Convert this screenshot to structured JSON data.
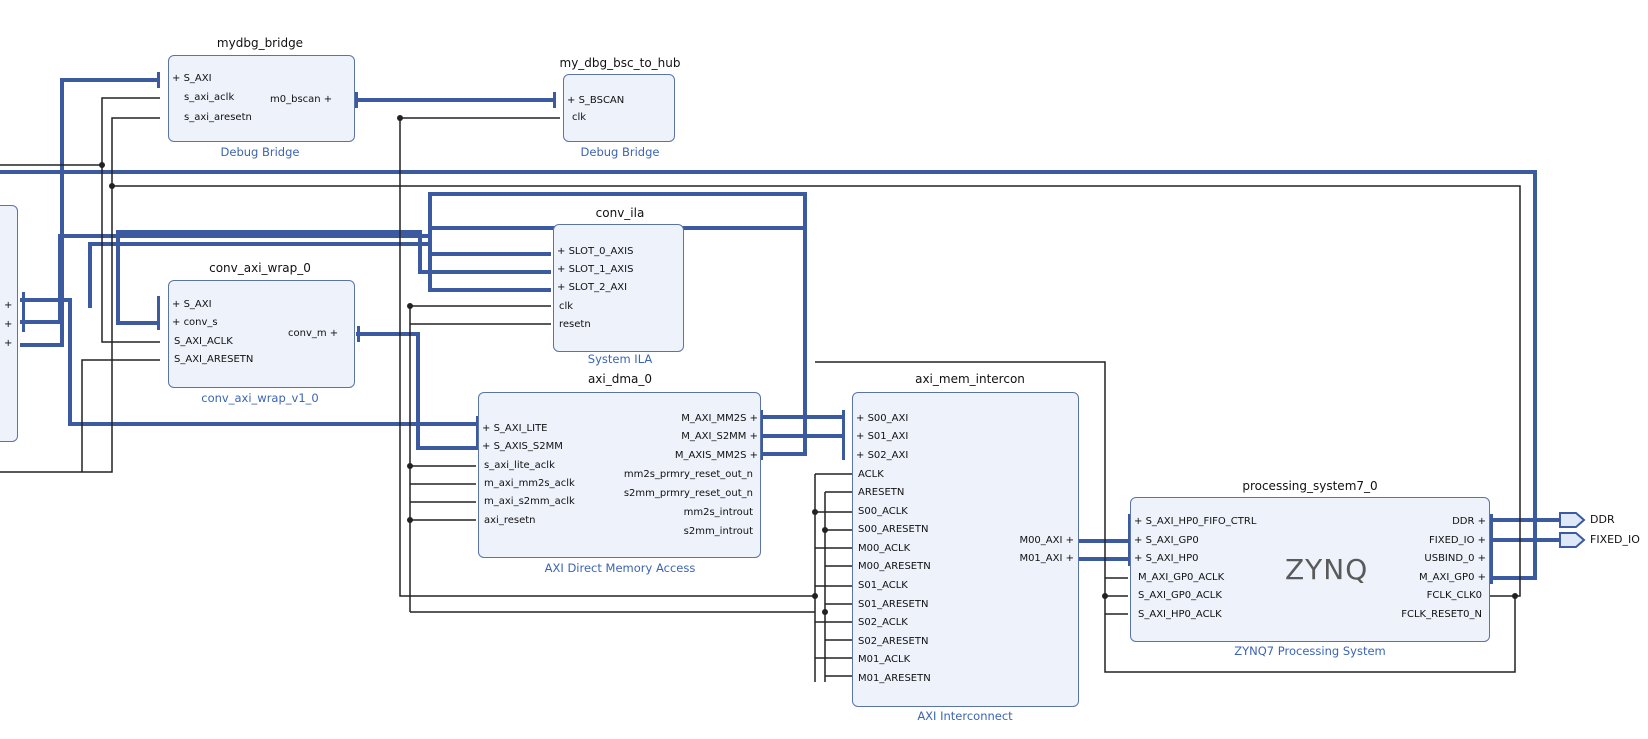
{
  "blocks": {
    "mydbg_bridge": {
      "name": "mydbg_bridge",
      "type": "Debug Bridge",
      "left_pins": [
        "S_AXI",
        "s_axi_aclk",
        "s_axi_aresetn"
      ],
      "right_pins": [
        "m0_bscan"
      ]
    },
    "my_dbg_bsc_to_hub": {
      "name": "my_dbg_bsc_to_hub",
      "type": "Debug Bridge",
      "left_pins": [
        "S_BSCAN",
        "clk"
      ]
    },
    "conv_ila": {
      "name": "conv_ila",
      "type": "System ILA",
      "left_pins": [
        "SLOT_0_AXIS",
        "SLOT_1_AXIS",
        "SLOT_2_AXI",
        "clk",
        "resetn"
      ]
    },
    "conv_axi_wrap_0": {
      "name": "conv_axi_wrap_0",
      "type": "conv_axi_wrap_v1_0",
      "left_pins": [
        "S_AXI",
        "conv_s",
        "S_AXI_ACLK",
        "S_AXI_ARESETN"
      ],
      "right_pins": [
        "conv_m"
      ]
    },
    "axi_dma_0": {
      "name": "axi_dma_0",
      "type": "AXI Direct Memory Access",
      "left_pins": [
        "S_AXI_LITE",
        "S_AXIS_S2MM",
        "s_axi_lite_aclk",
        "m_axi_mm2s_aclk",
        "m_axi_s2mm_aclk",
        "axi_resetn"
      ],
      "right_pins": [
        "M_AXI_MM2S",
        "M_AXI_S2MM",
        "M_AXIS_MM2S",
        "mm2s_prmry_reset_out_n",
        "s2mm_prmry_reset_out_n",
        "mm2s_introut",
        "s2mm_introut"
      ]
    },
    "axi_mem_intercon": {
      "name": "axi_mem_intercon",
      "type": "AXI Interconnect",
      "left_pins": [
        "S00_AXI",
        "S01_AXI",
        "S02_AXI",
        "ACLK",
        "ARESETN",
        "S00_ACLK",
        "S00_ARESETN",
        "M00_ACLK",
        "M00_ARESETN",
        "S01_ACLK",
        "S01_ARESETN",
        "S02_ACLK",
        "S02_ARESETN",
        "M01_ACLK",
        "M01_ARESETN"
      ],
      "right_pins": [
        "M00_AXI",
        "M01_AXI"
      ]
    },
    "processing_system7_0": {
      "name": "processing_system7_0",
      "type": "ZYNQ7 Processing System",
      "logo": "ZYNQ",
      "left_pins": [
        "S_AXI_HP0_FIFO_CTRL",
        "S_AXI_GP0",
        "S_AXI_HP0",
        "M_AXI_GP0_ACLK",
        "S_AXI_GP0_ACLK",
        "S_AXI_HP0_ACLK"
      ],
      "right_pins": [
        "DDR",
        "FIXED_IO",
        "USBIND_0",
        "M_AXI_GP0",
        "FCLK_CLK0",
        "FCLK_RESET0_N"
      ]
    }
  },
  "external_ports": [
    "DDR",
    "FIXED_IO"
  ],
  "colors": {
    "block_fill": "#edf2fb",
    "block_border": "#5a74a8",
    "bus_wire": "#3b5aa0",
    "net_wire": "#222222",
    "subtitle": "#3b64b5"
  },
  "icons": [
    "plus-icon",
    "interconnect-crossbar-icon",
    "zynq-logo-icon",
    "output-port-icon",
    "expand-icon"
  ]
}
